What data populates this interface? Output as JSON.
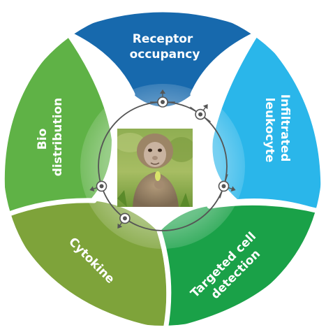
{
  "segments": [
    {
      "id": "receptor",
      "line1": "Receptor",
      "line2": "occupancy",
      "color": "#1769ad"
    },
    {
      "id": "infiltrated",
      "line1": "Infiltrated",
      "line2": "leukocyte",
      "color": "#2ab6ea"
    },
    {
      "id": "targeted",
      "line1": "Targeted cell",
      "line2": "detection",
      "color": "#1aa148"
    },
    {
      "id": "cytokine",
      "line1": "Cytokine",
      "line2": "",
      "color": "#7ea33a"
    },
    {
      "id": "bio",
      "line1": "Bio",
      "line2": "distribution",
      "color": "#5fb246"
    }
  ],
  "center": {
    "subject": "monkey",
    "ring_color": "#555555",
    "node_icon": "target-arrow-icon"
  }
}
